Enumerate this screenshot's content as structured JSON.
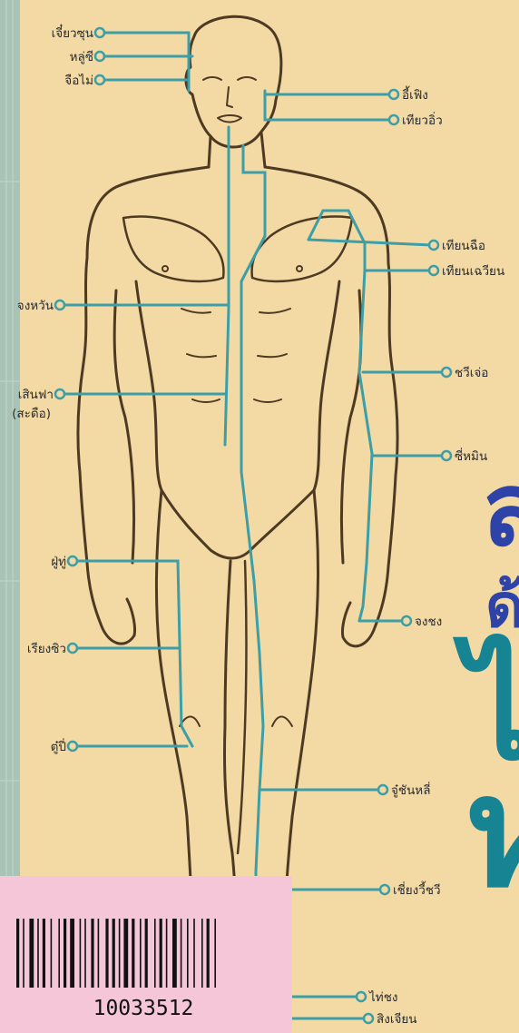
{
  "colors": {
    "background": "#f3d9a4",
    "spine_strip": "#a9c4b7",
    "meridian_line": "#3c9ea6",
    "body_outline": "#4e3a22",
    "title_blue": "#2e43a8",
    "title_teal": "#178494",
    "sticker": "#f4c6d7"
  },
  "labels_left": [
    "เจี๋ยวซุน",
    "หลู่ซี",
    "จือไม่",
    "จงหวัน",
    "เสินฟา",
    "(สะดือ)",
    "ฝู่ทู่",
    "เรียงซิว",
    "ตู๋ปี่"
  ],
  "labels_right": [
    "อี้เฟิง",
    "เทียวอิ่ว",
    "เทียนฉือ",
    "เทียนเฉวียน",
    "ชวีเจ่อ",
    "ซี่หมิน",
    "จงชง",
    "จู๋ชันหลี่",
    "เชี่ยงวี้ชวี",
    "ไท่ชง",
    "สิงเจียน"
  ],
  "title_fragments": [
    "สุ",
    "ด้ว",
    "ไ",
    "ห"
  ],
  "barcode": {
    "number": "10033512"
  }
}
